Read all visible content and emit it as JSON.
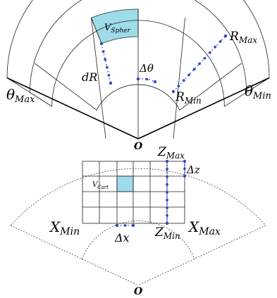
{
  "labels": {
    "v_spher": "V",
    "v_spher_sub": "Spher",
    "dR": "dR",
    "dtheta": "Δθ",
    "r_max": "R",
    "r_max_sub": "Max",
    "r_min": "R",
    "r_min_sub": "Min",
    "theta_max": "θ",
    "theta_max_sub": "Max",
    "theta_min": "θ",
    "theta_min_sub": "Min",
    "origin_top": "O",
    "z_max": "Z",
    "z_max_sub": "Max",
    "delta_z": "Δz",
    "v_cart": "V",
    "v_cart_sub": "Cart",
    "x_min": "X",
    "x_min_sub": "Min",
    "x_max": "X",
    "x_max_sub": "Max",
    "delta_x": "Δx",
    "z_min": "Z",
    "z_min_sub": "Min",
    "origin_bottom": "O"
  },
  "colors": {
    "highlight": "#9fdcea",
    "dot_marker": "#3348c8",
    "lines": "#222222"
  }
}
